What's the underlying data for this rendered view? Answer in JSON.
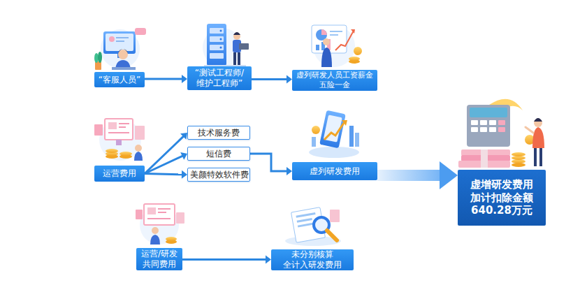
{
  "diagram": {
    "nodes": [
      {
        "text": [
          "“客服人员”"
        ]
      },
      {
        "text": [
          "“测试工程师/ 维护工程师”"
        ]
      },
      {
        "text": [
          "虚列研发人员工资薪金 五险一金"
        ]
      },
      {
        "text": [
          "运营费用"
        ]
      },
      {
        "text": [
          "技术服务费"
        ]
      },
      {
        "text": [
          "短信费"
        ]
      },
      {
        "text": [
          "美颜特效软件费"
        ]
      },
      {
        "text": [
          "虚列研发费用"
        ]
      },
      {
        "text": [
          "运营/研发 共同费用"
        ]
      },
      {
        "text": [
          "未分别核算 全计入研发费用"
        ]
      },
      {
        "text": [
          "虚增研发费用 加计扣除金额 640.28万元"
        ]
      }
    ],
    "edges": [
      {
        "from": 0,
        "to": 1,
        "arrow": "to"
      },
      {
        "from": 1,
        "to": 2,
        "arrow": "to"
      },
      {
        "from": 3,
        "to": 4,
        "arrow": "to"
      },
      {
        "from": 3,
        "to": 5,
        "arrow": "to"
      },
      {
        "from": 3,
        "to": 6,
        "arrow": "to"
      },
      {
        "from": 5,
        "to": 7,
        "arrow": "to"
      },
      {
        "from": 8,
        "to": 9,
        "arrow": "to"
      },
      {
        "from": 7,
        "to": 10,
        "arrow": "to"
      }
    ]
  }
}
